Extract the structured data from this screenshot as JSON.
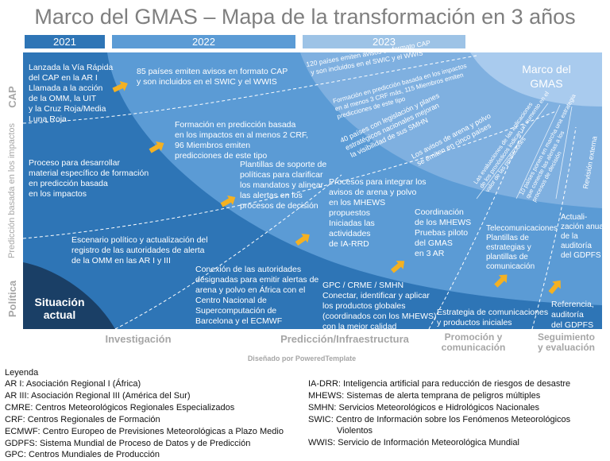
{
  "title": "Marco del GMAS – Mapa de la transformación en 3 años",
  "years": [
    {
      "label": "2021",
      "color": "#2e75b6"
    },
    {
      "label": "2022",
      "color": "#5b9bd5"
    },
    {
      "label": "2023",
      "color": "#9dc3e6"
    }
  ],
  "rows": {
    "cap": "CAP",
    "impact": "Predicción basada en los impactos",
    "policy": "Política"
  },
  "columns": {
    "research": "Investigación",
    "prediction": "Predicción/Infraestructura",
    "promotion_1": "Promoción y",
    "promotion_2": "comunicación",
    "monitoring_1": "Seguimiento",
    "monitoring_2": "y evaluación"
  },
  "current_state": {
    "line1": "Situación",
    "line2": "actual"
  },
  "framework": {
    "line1": "Marco del",
    "line2": "GMAS"
  },
  "designed_by": "Diseñado por PoweredTemplate",
  "boxes": {
    "cap_fast": [
      "Lanzada la Vía Rápida",
      "del CAP en la AR I",
      "Llamada a la acción",
      "de la OMM, la UIT",
      "y la Cruz Roja/Media",
      "Luna Roja"
    ],
    "cap_85": [
      "85 países emiten avisos en formato CAP",
      "y son incluidos en el SWIC y el WWIS"
    ],
    "cap_120": [
      "120 países emiten avisos en formato CAP",
      "y son incluidos en el SWIC y el WWIS"
    ],
    "impact_train": [
      "Formación en predicción basada",
      "en los impactos en al menos 2 CRF,",
      "96 Miembros emiten",
      "predicciones de este tipo"
    ],
    "impact_train3": [
      "Formación en predicción basada en los impactos",
      "en al menos 3 CRF más, 115 Miembros emiten",
      "predicciones de este tipo"
    ],
    "impact_proc": [
      "Proceso para desarrollar",
      "material específico de formación",
      "en predicción basada",
      "en los impactos"
    ],
    "impact_40": [
      "40 países con legislación y planes",
      "estratégicos nacionales mejoran",
      "la visibilidad de sus SMHN"
    ],
    "impact_sand": [
      "Los avisos de arena y polvo",
      "se emiten en cinco países"
    ],
    "templates": [
      "Plantillas de soporte de",
      "políticas para clarificar",
      "los mandatos y alinear",
      "las alertas en los",
      "procesos de decisión"
    ],
    "sand_integrate": [
      "Procesos para integrar los",
      "avisos de arena y polvo",
      "en los MHEWS",
      "propuestos",
      "Iniciadas las",
      "actividades",
      "de IA-RRD"
    ],
    "coord": [
      "Coordinación",
      "de los MHEWS",
      "Pruebas piloto",
      "del GMAS",
      "en 3 AR"
    ],
    "telecom": [
      "Telecomunicaciones",
      "Plantillas de",
      "estrategias y",
      "plantillas de",
      "comunicación"
    ],
    "eval_assess": [
      "Las evaluaciones de las aplicaciones",
      "de los pronósticos indican un aumento en el",
      "valor de las predicciones"
    ],
    "ten_countries": [
      "10 países ponen en marcha una estrategia",
      "que conecte las alertas a los",
      "procesos de decisión"
    ],
    "ext_review": [
      "Revisión externa"
    ],
    "annual_update": [
      "Actuali-",
      "zación anual",
      "de la",
      "auditoría",
      "del GDPFS"
    ],
    "scenario": [
      "Escenario político y actualización del",
      "registro de las autoridades de alerta",
      "de la OMM en las AR I y III"
    ],
    "connect_auth": [
      "Conexión de las autoridades",
      "designadas para emitir alertas de",
      "arena y polvo en África con el",
      "Centro Nacional de",
      "Supercomputación de",
      "Barcelona y el ECMWF"
    ],
    "gpc": [
      "GPC / CRME / SMHN",
      "Conectar, identificar y aplicar",
      "los productos globales",
      "(coordinados con los MHEWS)",
      "con la mejor calidad"
    ],
    "comm_strategy": [
      "Estrategia de comunicaciones",
      "y productos iniciales"
    ],
    "ref_audit": [
      "Referencia,",
      "auditoría",
      "del GDPFS"
    ]
  },
  "legend": {
    "title": "Leyenda",
    "left": [
      "AR I: Asociación Regional I (África)",
      "AR III: Asociación Regional III (América del Sur)",
      "CMRE: Centros Meteorológicos Regionales Especializados",
      "CRF: Centros Regionales de Formación",
      "ECMWF: Centro Europeo de Previsiones Meteorológicas a Plazo Medio",
      "GDPFS: Sistema Mundial de Proceso de Datos y de Predicción",
      "GPC: Centros Mundiales de Producción"
    ],
    "right": [
      "IA-DRR: Inteligencia artificial para reducción de riesgos de desastre",
      "MHEWS: Sistemas de alerta temprana de peligros múltiples",
      "SMHN: Servicios Meteorológicos e Hidrológicos Nacionales",
      "SWIC: Centro de Información sobre los Fenómenos Meteorológicos",
      "Violentos",
      "WWIS: Servicio de Información Meteorológica Mundial"
    ]
  },
  "colors": {
    "dark": "#1f4e79",
    "mid": "#2e75b6",
    "light": "#5b9bd5",
    "pale": "#9dc3e6",
    "arrow": "#f4b122",
    "label_gray": "#a6a6a6"
  }
}
